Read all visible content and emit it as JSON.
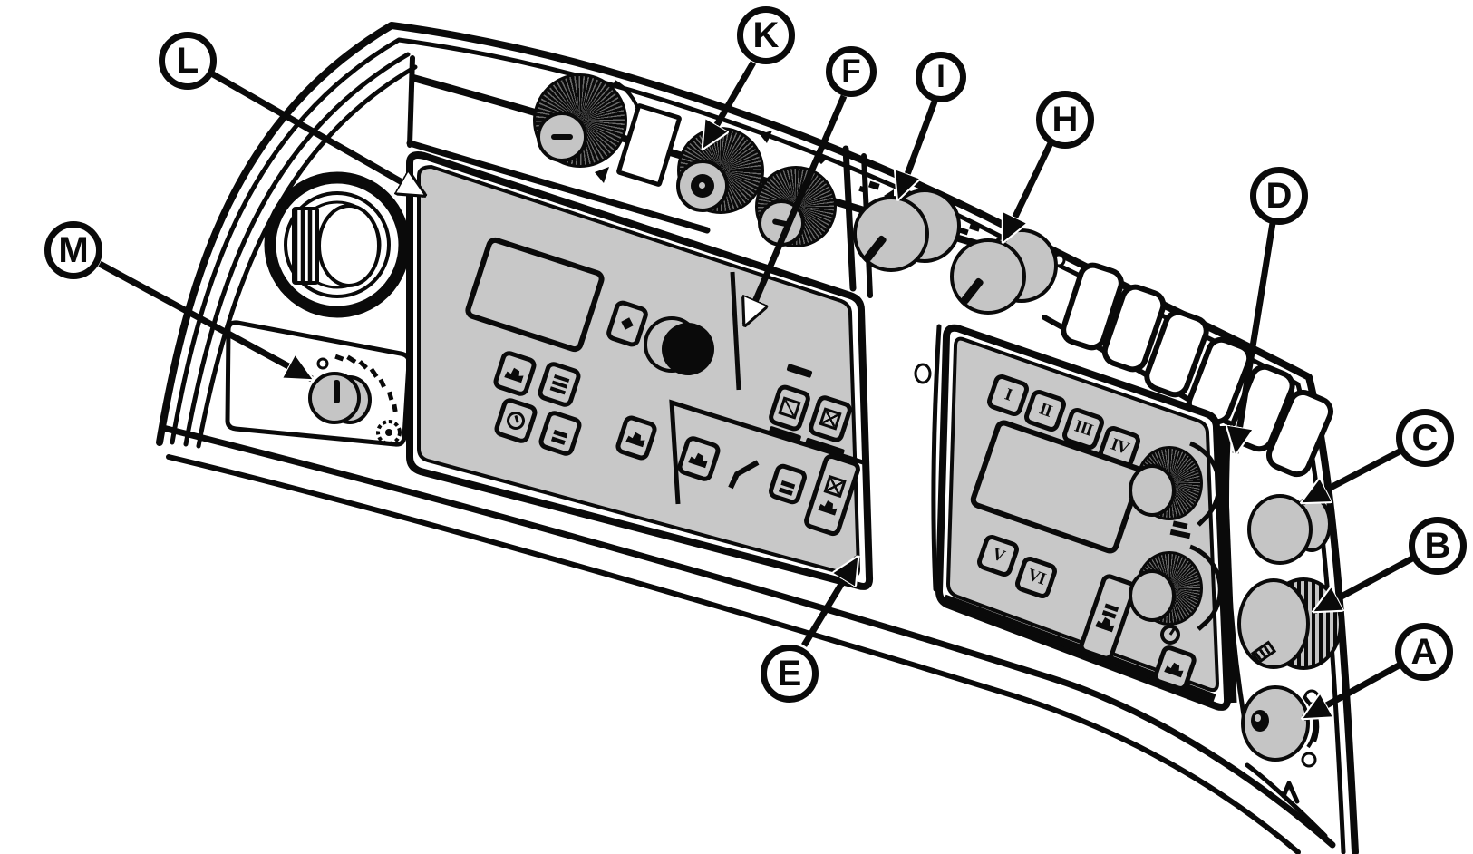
{
  "figure": {
    "type": "technical-illustration",
    "subject": "Operator console / armrest control panel line drawing with lettered callouts"
  },
  "callouts": [
    {
      "letter": "A"
    },
    {
      "letter": "B"
    },
    {
      "letter": "C"
    },
    {
      "letter": "D"
    },
    {
      "letter": "E"
    },
    {
      "letter": "F"
    },
    {
      "letter": "H"
    },
    {
      "letter": "I"
    },
    {
      "letter": "K"
    },
    {
      "letter": "L"
    },
    {
      "letter": "M"
    }
  ],
  "right_panel": {
    "preset_buttons": [
      "I",
      "II",
      "III",
      "IV",
      "V",
      "VI"
    ]
  },
  "icons": {
    "clock": "clock-icon",
    "crossed_function": "crossed-out-icon",
    "slashed_function": "slashed-out-icon",
    "diamond": "diamond-icon",
    "gear": "gear-icon",
    "lever": "lever-icon",
    "machine_function": "machine-pictogram-icon",
    "knob_indicator": "indicator-line-icon"
  },
  "colors": {
    "background": "#ffffff",
    "panel_gray": "#c8c8c8",
    "knob_gray": "#c5c5c5",
    "ink": "#0a0a0a"
  }
}
